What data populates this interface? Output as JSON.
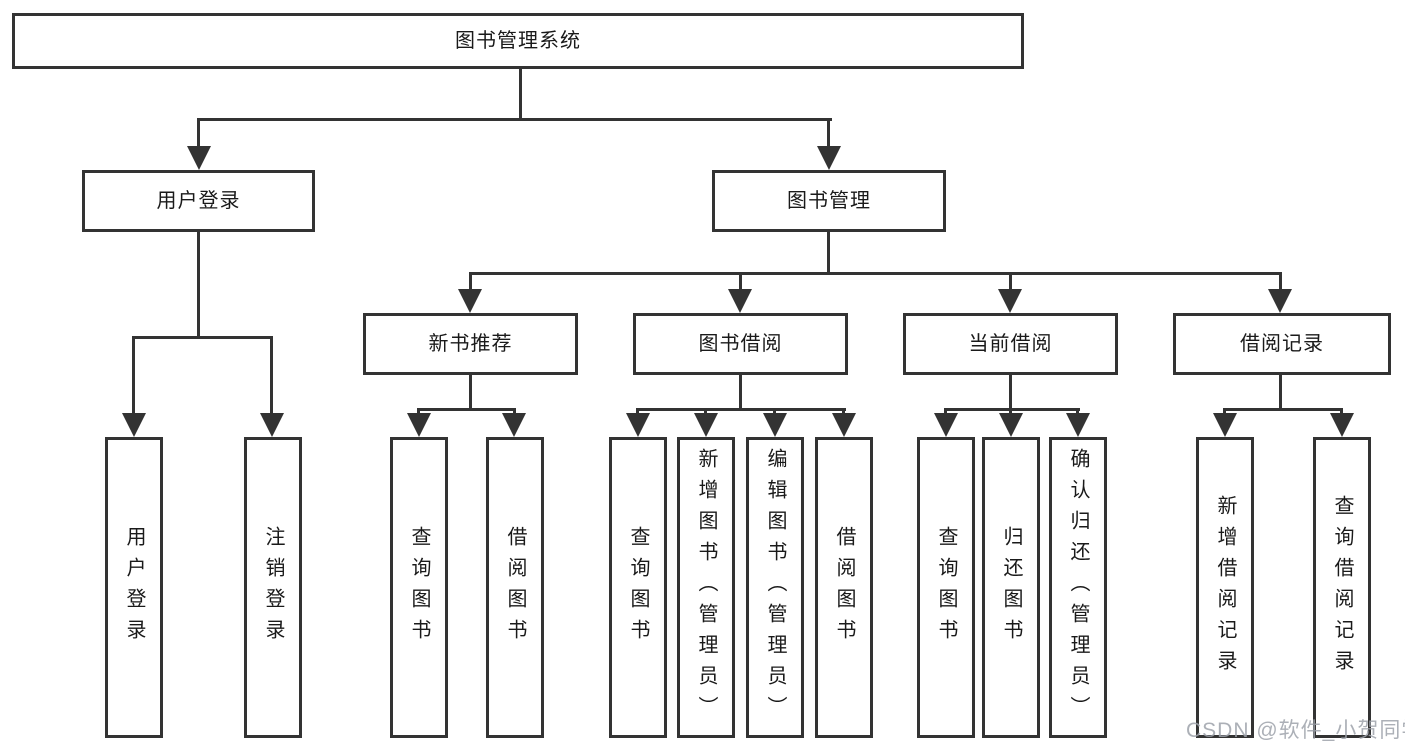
{
  "colors": {
    "line": "#333333",
    "text": "#1a1a1a",
    "background": "#ffffff",
    "watermark": "#9ea2aa"
  },
  "watermark": {
    "text": "CSDN @软件_小贺同学"
  },
  "diagram": {
    "type": "hierarchy-tree",
    "root": {
      "label": "图书管理系统",
      "children": [
        {
          "label": "用户登录",
          "children": [
            {
              "label": "用户登录"
            },
            {
              "label": "注销登录"
            }
          ]
        },
        {
          "label": "图书管理",
          "children": [
            {
              "label": "新书推荐",
              "children": [
                {
                  "label": "查询图书"
                },
                {
                  "label": "借阅图书"
                }
              ]
            },
            {
              "label": "图书借阅",
              "children": [
                {
                  "label": "查询图书"
                },
                {
                  "label": "新增图书（管理员）"
                },
                {
                  "label": "编辑图书（管理员）"
                },
                {
                  "label": "借阅图书"
                }
              ]
            },
            {
              "label": "当前借阅",
              "children": [
                {
                  "label": "查询图书"
                },
                {
                  "label": "归还图书"
                },
                {
                  "label": "确认归还（管理员）"
                }
              ]
            },
            {
              "label": "借阅记录",
              "children": [
                {
                  "label": "新增借阅记录"
                },
                {
                  "label": "查询借阅记录"
                }
              ]
            }
          ]
        }
      ]
    }
  }
}
